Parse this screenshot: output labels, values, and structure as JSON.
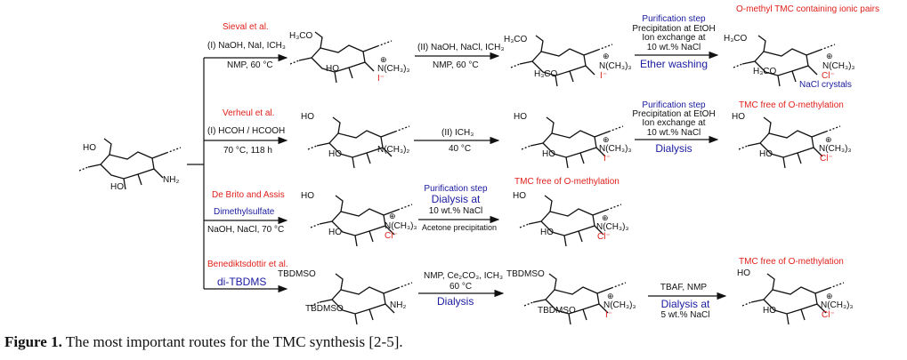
{
  "caption": {
    "label": "Figure 1.",
    "text": " The most important routes for the TMC synthesis [2-5]."
  },
  "colors": {
    "red": "#e0201b",
    "blue": "#1a1aa0",
    "black": "#111111"
  },
  "start": {
    "ho": "HO",
    "ho2": "HO",
    "nh2": "NH₂"
  },
  "routes": [
    {
      "author": "Sieval et al.",
      "step1_reagents": "(I) NaOH, NaI, ICH₃",
      "step1_conditions": "NMP, 60 °C",
      "step2_reagents": "(II) NaOH, NaCl, ICH₃",
      "step2_conditions": "NMP, 60 °C",
      "purif_title": "Purification step",
      "purif_line1": "Precipitation at EtOH",
      "purif_line2": "Ion exchange at",
      "purif_line3": "10 wt.% NaCl",
      "purif_method": "Ether washing",
      "product_title": "O-methyl TMC containing ionic pairs",
      "product_note": "NaCl crystals",
      "mol1": {
        "top": "H₃CO",
        "bottom": "HO",
        "amine": "N(CH₃)₃",
        "charge": "⊕",
        "ion": "I⁻"
      },
      "mol2": {
        "top": "H₃CO",
        "bottom": "H₃CO",
        "amine": "N(CH₃)₃",
        "charge": "⊕",
        "ion": "I⁻"
      },
      "mol3": {
        "top": "H₃CO",
        "bottom": "H₃CO",
        "amine": "N(CH₃)₃",
        "charge": "⊕",
        "ion": "Cl⁻"
      }
    },
    {
      "author": "Verheul et al.",
      "step1_reagents": "(I) HCOH / HCOOH",
      "step1_conditions": "70 °C, 118 h",
      "step2_reagents": "(II) ICH₃",
      "step2_conditions": "40 °C",
      "purif_title": "Purification step",
      "purif_line1": "Precipitation at EtOH",
      "purif_line2": "Ion exchange at",
      "purif_line3": "10 wt.% NaCl",
      "purif_method": "Dialysis",
      "product_title": "TMC free of O-methylation",
      "mol1": {
        "top": "HO",
        "bottom": "HO",
        "amine": "N(CH₃)₂"
      },
      "mol2": {
        "top": "HO",
        "bottom": "HO",
        "amine": "N(CH₃)₃",
        "charge": "⊕",
        "ion": "I⁻"
      },
      "mol3": {
        "top": "HO",
        "bottom": "HO",
        "amine": "N(CH₃)₃",
        "charge": "⊕",
        "ion": "Cl⁻"
      }
    },
    {
      "author": "De Brito and Assis",
      "reagent_name": "Dimethylsulfate",
      "step1_conditions": "NaOH, NaCl, 70 °C",
      "purif_title": "Purification step",
      "purif_method": "Dialysis at",
      "purif_line1": "10 wt.% NaCl",
      "purif_line2": "Acetone precipitation",
      "product_title": "TMC free of O-methylation",
      "mol1": {
        "top": "HO",
        "bottom": "HO",
        "amine": "N(CH₃)₃",
        "charge": "⊕",
        "ion": "Cl⁻"
      },
      "mol2": {
        "top": "HO",
        "bottom": "HO",
        "amine": "N(CH₃)₃",
        "charge": "⊕",
        "ion": "Cl⁻"
      }
    },
    {
      "author": "Benediktsdottir et al.",
      "reagent_name": "di-TBDMS",
      "step2_reagents": "NMP, Ce₂CO₃, ICH₃",
      "step2_conditions": "60 °C",
      "step2_method": "Dialysis",
      "step3_reagents": "TBAF, NMP",
      "step3_method": "Dialysis at",
      "step3_conditions": "5 wt.% NaCl",
      "product_title": "TMC free of O-methylation",
      "mol1": {
        "top": "TBDMSO",
        "bottom": "TBDMSO",
        "amine": "NH₂"
      },
      "mol2": {
        "top": "TBDMSO",
        "bottom": "TBDMSO",
        "amine": "N(CH₃)₃",
        "charge": "⊕",
        "ion": "I⁻"
      },
      "mol3": {
        "top": "HO",
        "bottom": "HO",
        "amine": "N(CH₃)₃",
        "charge": "⊕",
        "ion": "Cl⁻"
      }
    }
  ]
}
